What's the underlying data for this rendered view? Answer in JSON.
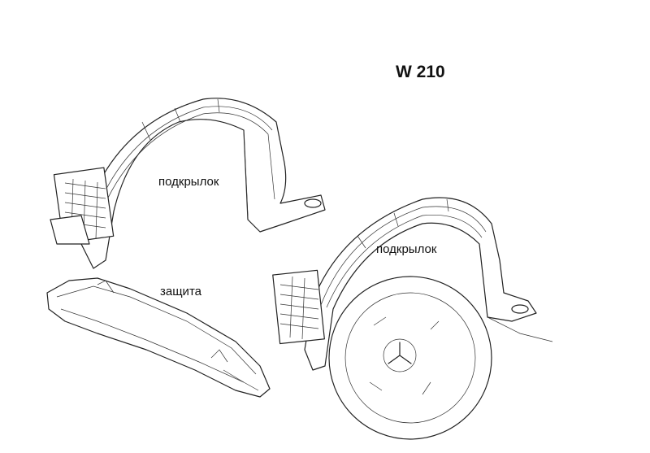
{
  "title": "W 210",
  "labels": {
    "left_fender": "подкрылок",
    "right_fender": "подкрылок",
    "shield": "защита"
  }
}
